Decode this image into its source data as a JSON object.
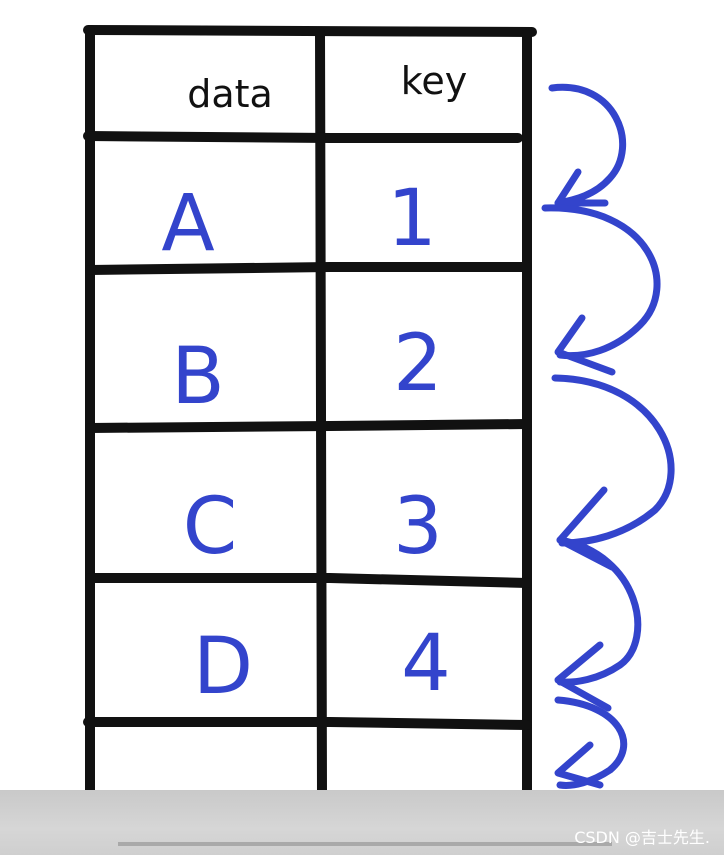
{
  "header": {
    "data_label": "data",
    "key_label": "key"
  },
  "rows": [
    {
      "data": "A",
      "key": "1"
    },
    {
      "data": "B",
      "key": "2"
    },
    {
      "data": "C",
      "key": "3"
    },
    {
      "data": "D",
      "key": "4"
    }
  ],
  "colors": {
    "ink": "#111111",
    "pen": "#3344cc"
  },
  "watermark": "CSDN @吉士先生."
}
